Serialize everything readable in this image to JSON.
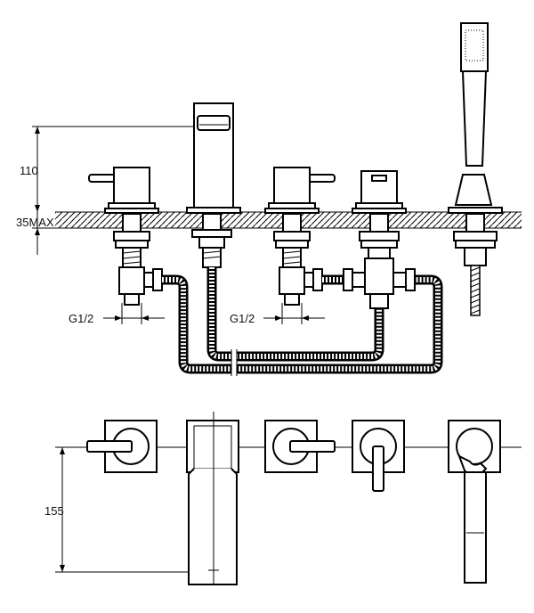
{
  "dimensions": {
    "spout_height": "110",
    "deck_thickness": "35MAX",
    "thread_left": "G1/2",
    "thread_right": "G1/2",
    "depth": "155"
  },
  "colors": {
    "line": "#000000",
    "background": "#ffffff"
  }
}
